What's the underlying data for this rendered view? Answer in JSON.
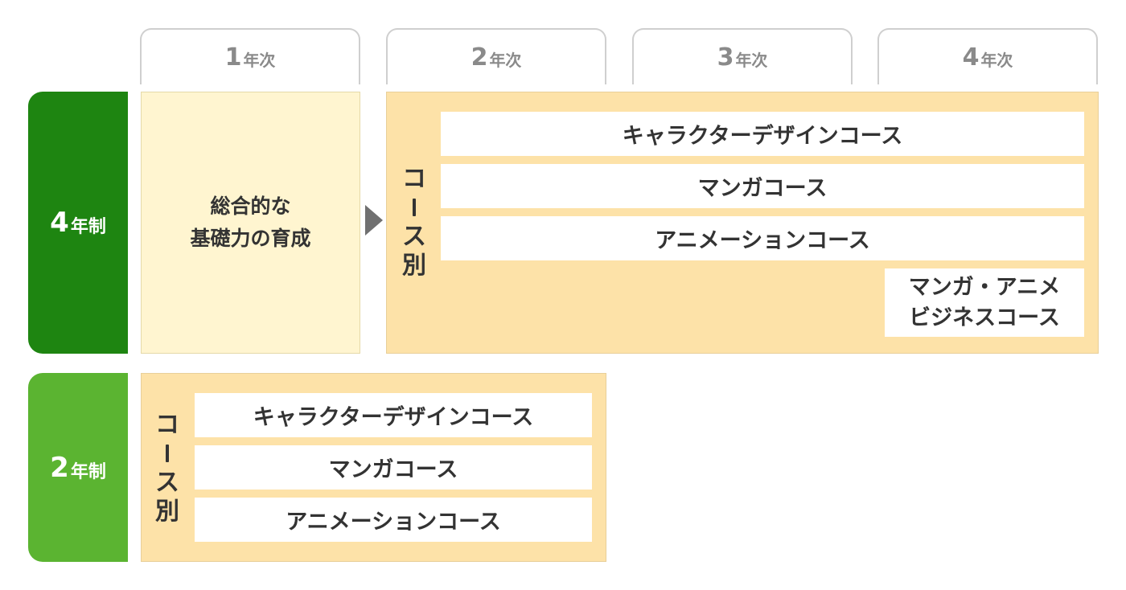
{
  "years": [
    {
      "num": "1",
      "unit": "年次"
    },
    {
      "num": "2",
      "unit": "年次"
    },
    {
      "num": "3",
      "unit": "年次"
    },
    {
      "num": "4",
      "unit": "年次"
    }
  ],
  "four_year": {
    "label_num": "4",
    "label_unit": "年制",
    "color": "#1e8511",
    "foundation_line1": "総合的な",
    "foundation_line2": "基礎力の育成",
    "course_label_line1": "コ",
    "course_label_line2": "ス",
    "course_label_line3": "別",
    "courses": [
      "キャラクターデザインコース",
      "マンガコース",
      "アニメーションコース"
    ],
    "business_course_line1": "マンガ・アニメ",
    "business_course_line2": "ビジネスコース"
  },
  "two_year": {
    "label_num": "2",
    "label_unit": "年制",
    "color": "#5bb431",
    "course_label_line1": "コ",
    "course_label_line2": "ス",
    "course_label_line3": "別",
    "courses": [
      "キャラクターデザインコース",
      "マンガコース",
      "アニメーションコース"
    ]
  },
  "colors": {
    "foundation_bg": "#fff5d0",
    "course_bg": "#fde2a8",
    "tab_text": "#8a8a8a",
    "arrow": "#707070"
  }
}
